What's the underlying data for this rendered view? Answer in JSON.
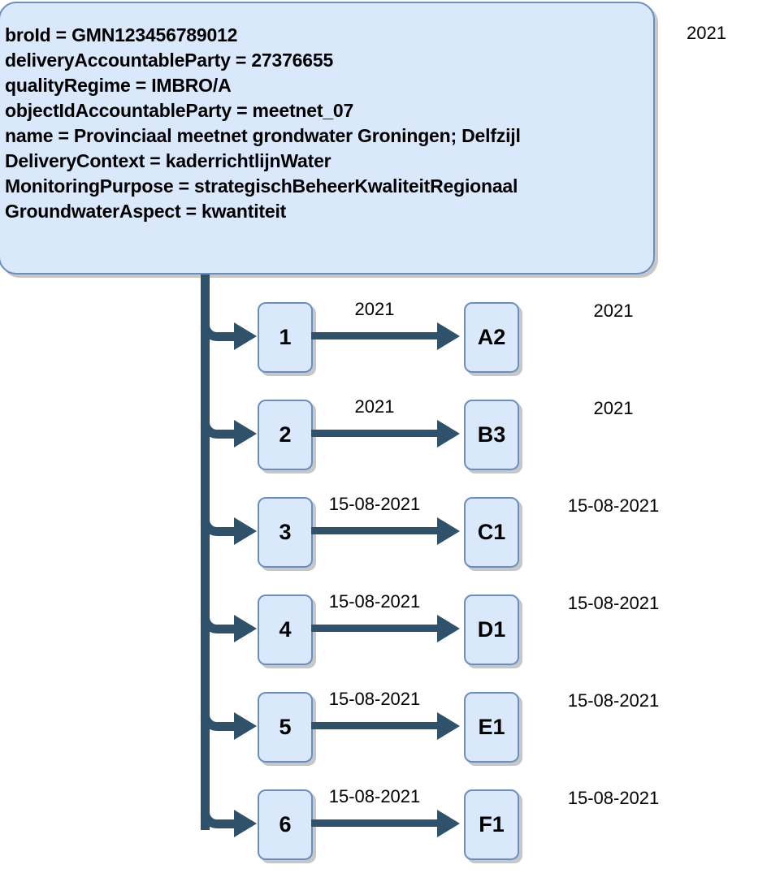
{
  "diagram": {
    "title_label": "2021",
    "info_box": {
      "lines": [
        "broId = GMN123456789012",
        "deliveryAccountableParty = 27376655",
        "qualityRegime = IMBRO/A",
        "objectIdAccountableParty = meetnet_07",
        "name = Provinciaal meetnet grondwater Groningen; Delfzijl",
        "DeliveryContext = kaderrichtlijnWater",
        "MonitoringPurpose = strategischBeheerKwaliteitRegionaal",
        "GroundwaterAspect = kwantiteit"
      ]
    },
    "rows": [
      {
        "source": "1",
        "edge_label": "2021",
        "target": "A2",
        "side_label": "2021"
      },
      {
        "source": "2",
        "edge_label": "2021",
        "target": "B3",
        "side_label": "2021"
      },
      {
        "source": "3",
        "edge_label": "15-08-2021",
        "target": "C1",
        "side_label": "15-08-2021"
      },
      {
        "source": "4",
        "edge_label": "15-08-2021",
        "target": "D1",
        "side_label": "15-08-2021"
      },
      {
        "source": "5",
        "edge_label": "15-08-2021",
        "target": "E1",
        "side_label": "15-08-2021"
      },
      {
        "source": "6",
        "edge_label": "15-08-2021",
        "target": "F1",
        "side_label": "15-08-2021"
      }
    ],
    "colors": {
      "node_fill": "#dae8fc",
      "node_border": "#6c8ebf",
      "connector": "#2f5169",
      "text": "#000000",
      "background": "#ffffff"
    }
  }
}
